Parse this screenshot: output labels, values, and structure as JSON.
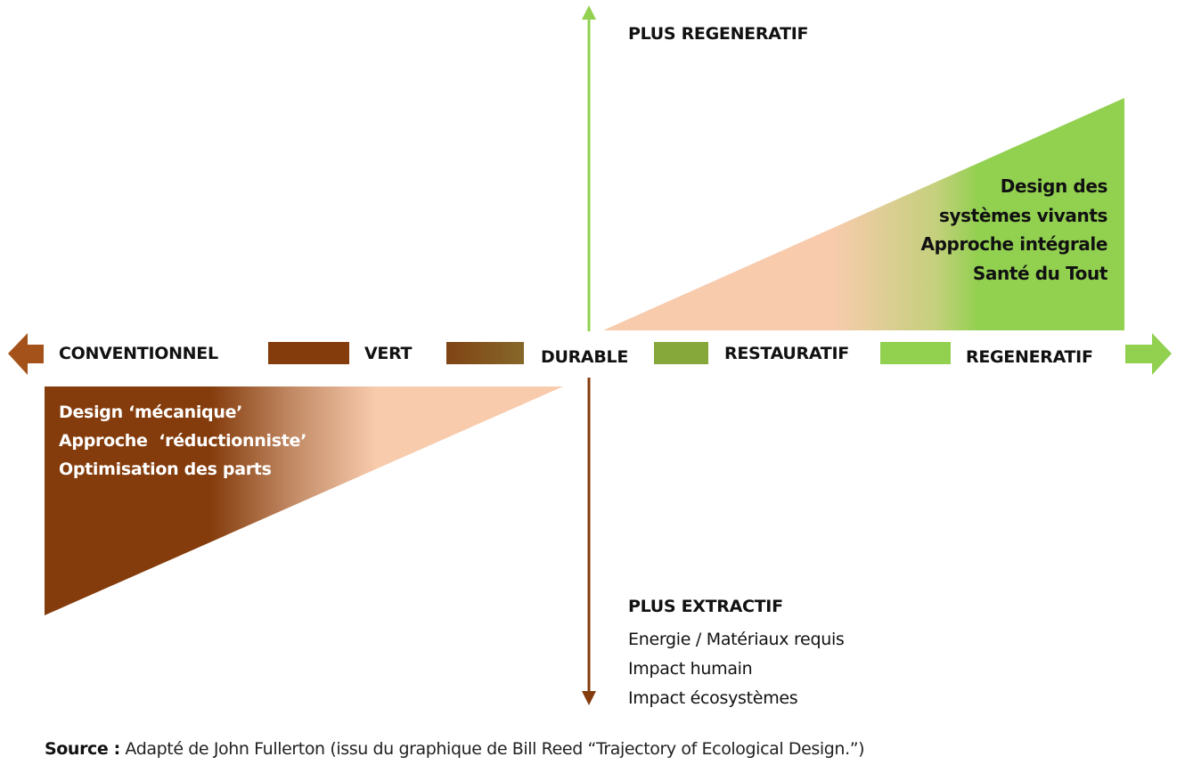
{
  "colors": {
    "brown": "#843C0C",
    "brown_olive": "#7F5A1F",
    "olive_green": "#86A83A",
    "green": "#92D050",
    "peach": "#F8CBAD",
    "arrow_brown": "#A5521A"
  },
  "vertical_axis": {
    "top_label": "PLUS REGENERATIF",
    "bottom_label": "PLUS EXTRACTIF",
    "bottom_items": [
      "Energie / Matériaux requis",
      "Impact humain",
      "Impact écosystèmes"
    ]
  },
  "horizontal_scale": {
    "left_arrow_icon": "arrow-left-icon",
    "right_arrow_icon": "arrow-right-icon",
    "stages": [
      {
        "label": "CONVENTIONNEL"
      },
      {
        "label": "VERT"
      },
      {
        "label": "DURABLE"
      },
      {
        "label": "RESTAURATIF"
      },
      {
        "label": "REGENERATIF"
      }
    ]
  },
  "regenerative_wedge": {
    "lines": [
      "Design des",
      "systèmes vivants",
      "Approche intégrale",
      "Santé du Tout"
    ]
  },
  "conventional_wedge": {
    "lines": [
      "Design ‘mécanique’",
      "Approche  ‘réductionniste’",
      "Optimisation des parts"
    ]
  },
  "source": {
    "label": "Source :",
    "text": " Adapté de John Fullerton (issu du graphique de Bill Reed “Trajectory of Ecological Design.”)"
  }
}
